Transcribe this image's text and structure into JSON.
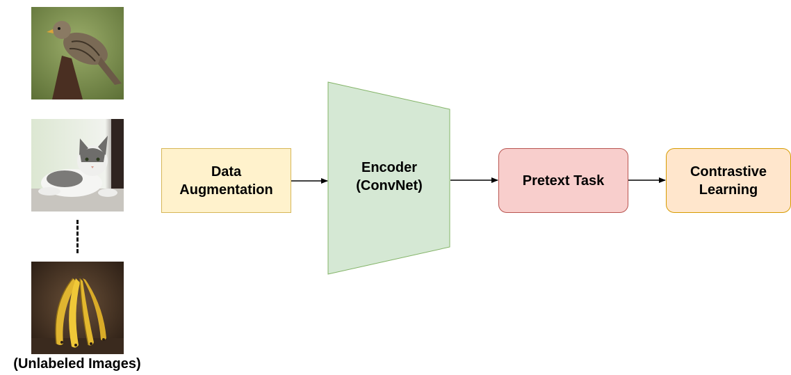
{
  "images": {
    "caption": "(Unlabeled Images)",
    "items": [
      {
        "subject": "bird"
      },
      {
        "subject": "cat"
      },
      {
        "subject": "bananas"
      }
    ]
  },
  "nodes": {
    "augmentation": "Data\nAugmentation",
    "encoder": "Encoder\n(ConvNet)",
    "pretext": "Pretext Task",
    "contrastive": "Contrastive\nLearning"
  },
  "colors": {
    "augmentation_fill": "#fff2cc",
    "encoder_fill": "#d5e8d4",
    "pretext_fill": "#f8cecc",
    "contrastive_fill": "#ffe6cc"
  }
}
